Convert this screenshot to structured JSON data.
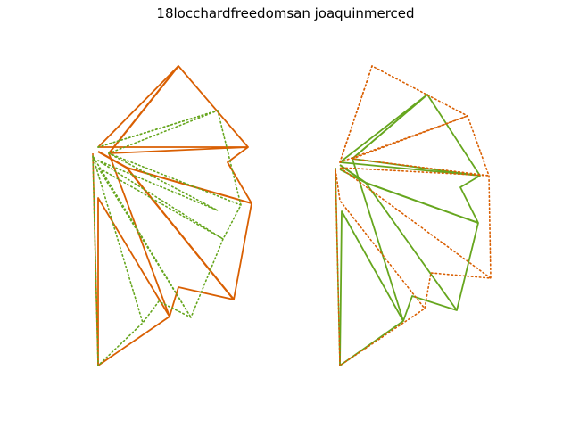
{
  "title": "18locchardfreedomsan joaquinmerced",
  "colors": {
    "orange": "#d95f02",
    "green": "#66a61e"
  },
  "chart_data": [
    {
      "type": "line",
      "title": "",
      "xlabel": "",
      "ylabel": "",
      "axes_visible": false,
      "series": [
        {
          "color": "orange",
          "style": "solid",
          "x": [
            0.01,
            0.02,
            0.27,
            0.45,
            0.42,
            0.48,
            0.39,
            0.24,
            0.22,
            0.02
          ],
          "y": [
            0.22,
            0.98,
            0.86,
            0.76,
            0.72,
            0.62,
            0.32,
            0.3,
            0.28,
            0.1
          ]
        },
        {
          "color": "orange",
          "style": "solid",
          "x": [
            0.02,
            0.27,
            0.45,
            0.42,
            0.48,
            0.39,
            0.24,
            0.22,
            0.02
          ],
          "y": [
            0.98,
            0.86,
            0.76,
            0.72,
            0.62,
            0.32,
            0.3,
            0.28,
            0.1
          ]
        },
        {
          "color": "green",
          "style": "dotted",
          "x": [
            -0.01,
            0.1,
            0.39,
            0.45,
            0.38,
            0.3,
            0.21,
            0.19,
            0.03,
            0.0
          ],
          "y": [
            0.92,
            0.06,
            0.09,
            0.64,
            0.55,
            0.47,
            0.39,
            0.35,
            0.02,
            0.08
          ]
        }
      ]
    },
    {
      "type": "line",
      "title": "",
      "xlabel": "",
      "ylabel": "",
      "axes_visible": false,
      "series": [
        {
          "color": "green",
          "style": "solid",
          "x": [
            0.0,
            0.01,
            0.28,
            0.44,
            0.39,
            0.48,
            0.4,
            0.2,
            0.18,
            0.01
          ],
          "y": [
            0.22,
            0.96,
            0.82,
            0.77,
            0.72,
            0.67,
            0.33,
            0.31,
            0.29,
            0.08
          ]
        },
        {
          "color": "orange",
          "style": "dotted",
          "x": [
            0.0,
            0.03,
            0.31,
            0.44,
            0.49,
            0.46,
            0.26,
            0.28,
            0.12,
            0.04,
            0.0
          ],
          "y": [
            0.22,
            0.95,
            0.84,
            0.77,
            0.72,
            0.6,
            0.49,
            0.4,
            0.24,
            0.21,
            0.1
          ]
        }
      ]
    }
  ]
}
